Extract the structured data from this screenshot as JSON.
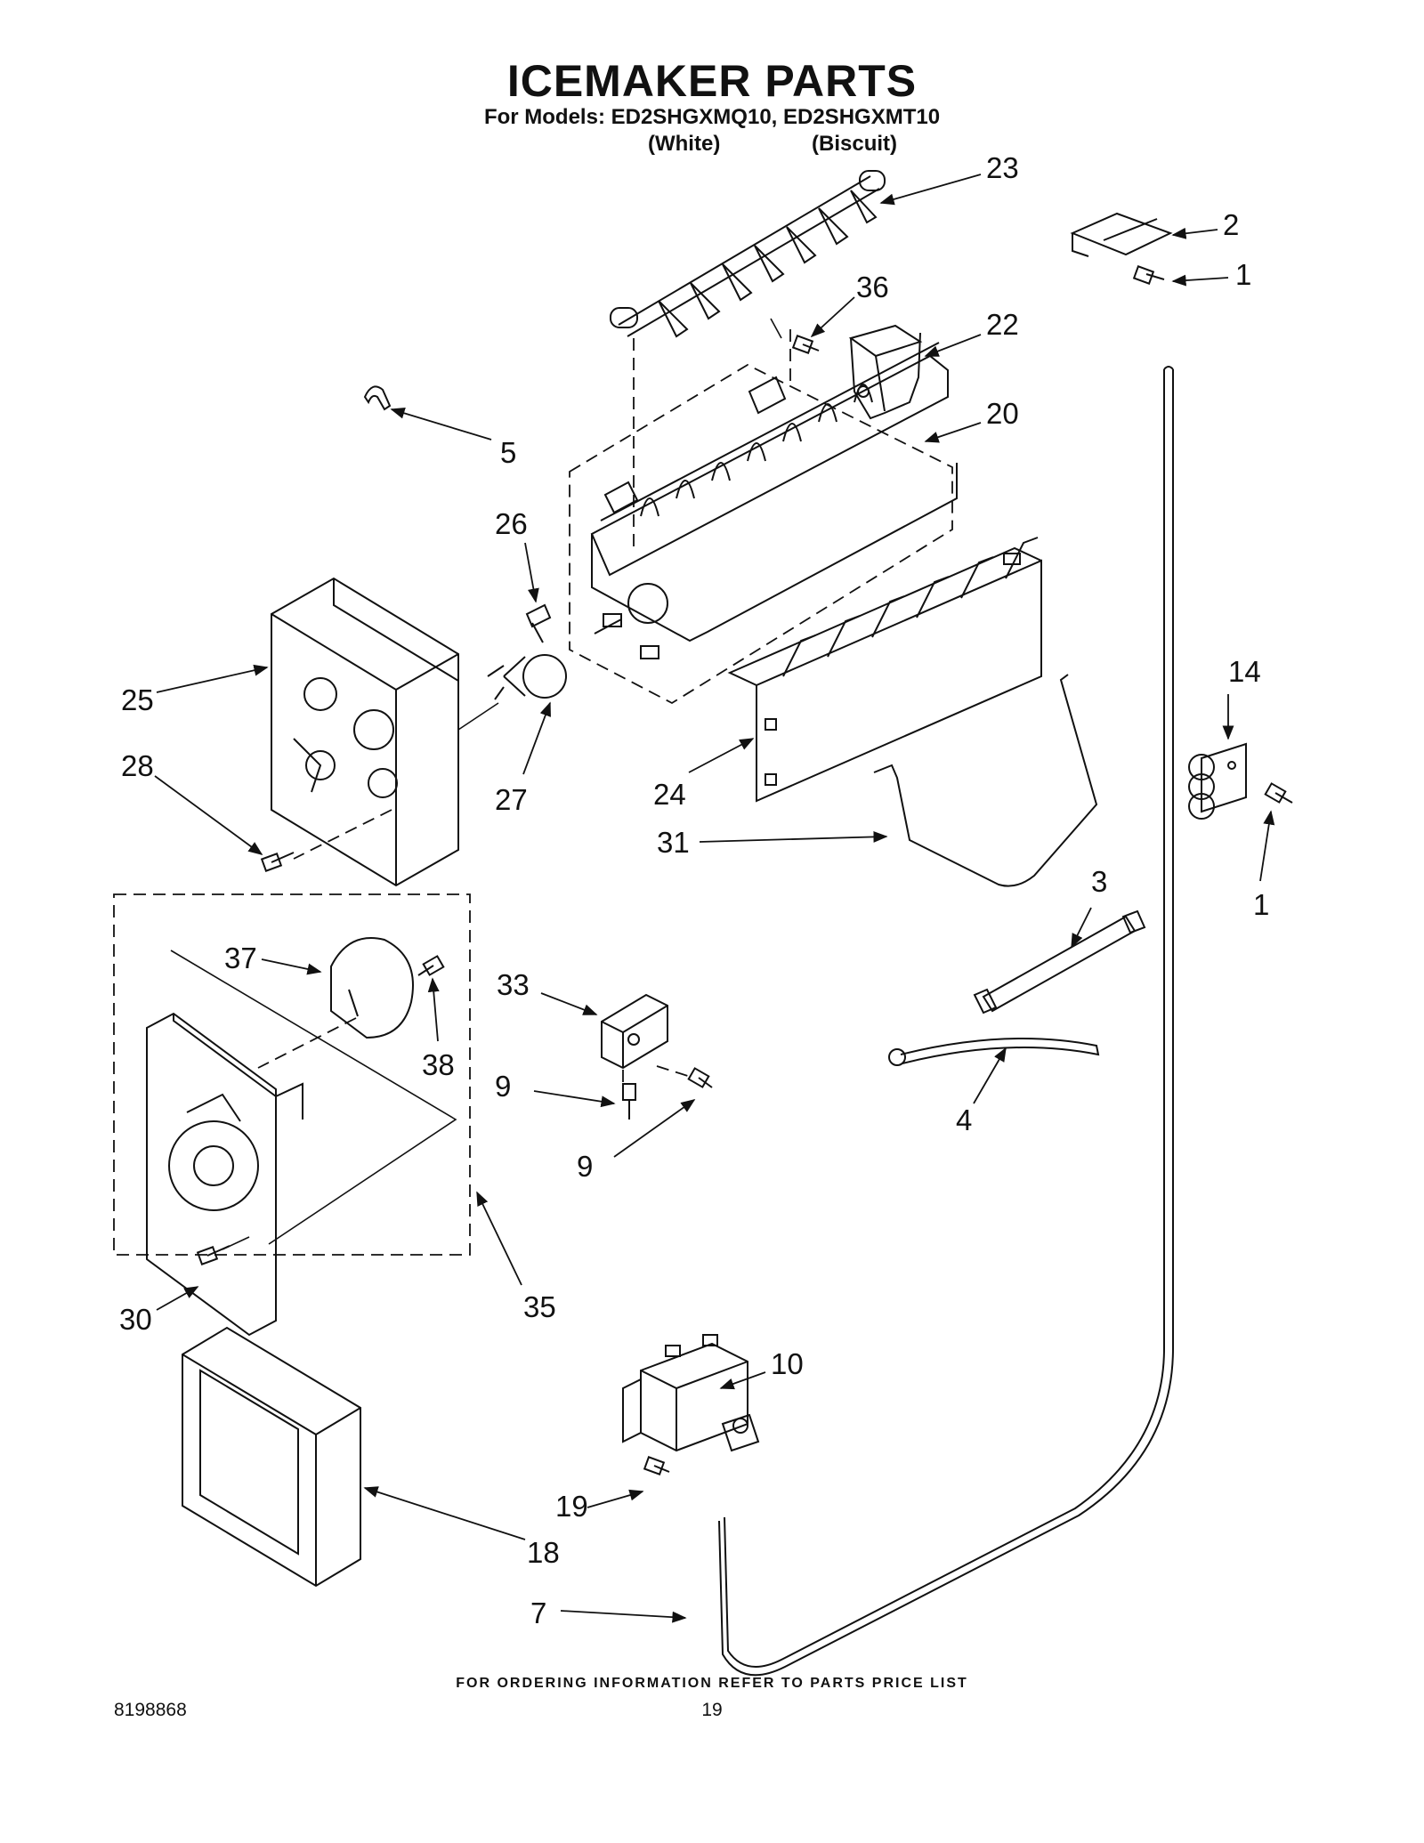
{
  "header": {
    "title": "ICEMAKER PARTS",
    "models_line": "For Models: ED2SHGXMQ10, ED2SHGXMT10",
    "variant_white": "(White)",
    "variant_biscuit": "(Biscuit)"
  },
  "callouts": {
    "c23": "23",
    "c2": "2",
    "c1_top": "1",
    "c36": "36",
    "c22": "22",
    "c20": "20",
    "c5": "5",
    "c26": "26",
    "c25": "25",
    "c27": "27",
    "c24": "24",
    "c28": "28",
    "c31": "31",
    "c14": "14",
    "c1_right": "1",
    "c3": "3",
    "c37": "37",
    "c38": "38",
    "c33": "33",
    "c9_left": "9",
    "c9_bottom": "9",
    "c4": "4",
    "c30": "30",
    "c35": "35",
    "c10": "10",
    "c19": "19",
    "c18": "18",
    "c7": "7"
  },
  "footer": {
    "ordering_note": "FOR ORDERING INFORMATION REFER TO PARTS PRICE LIST",
    "document_number": "8198868",
    "page_number": "19"
  }
}
